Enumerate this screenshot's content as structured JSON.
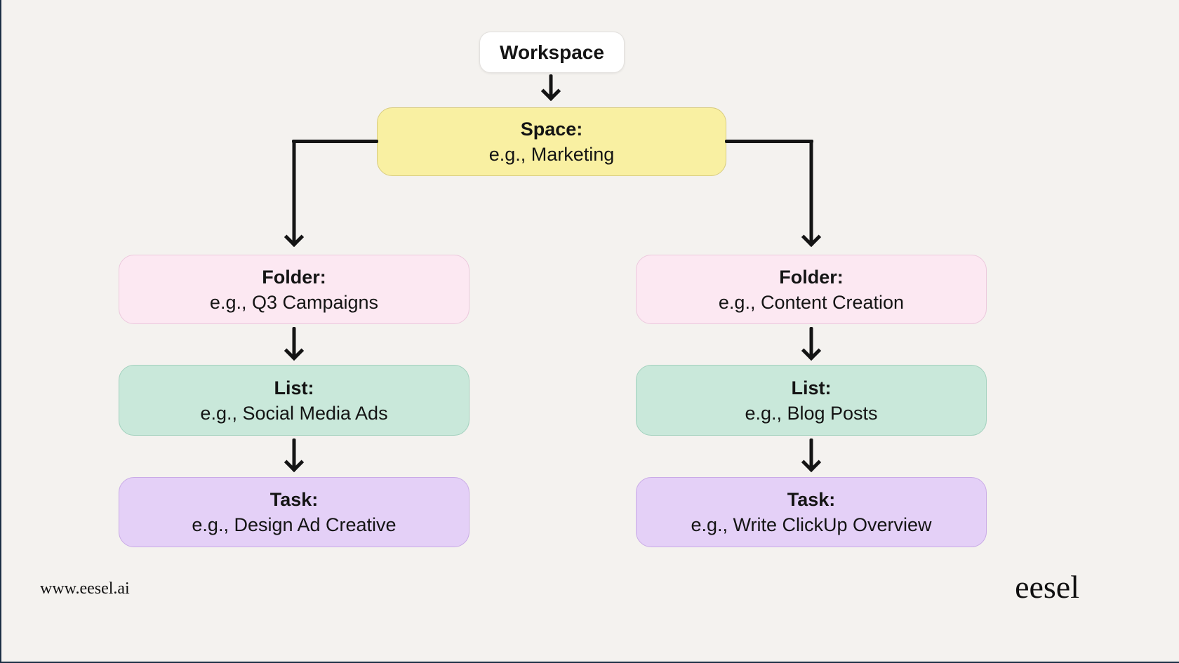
{
  "page": {
    "background": "#f4f2ef",
    "edge_color": "#1c2f45"
  },
  "diagram": {
    "workspace": {
      "label": "Workspace"
    },
    "space": {
      "title": "Space:",
      "example": "e.g., Marketing"
    },
    "left": {
      "folder": {
        "title": "Folder:",
        "example": "e.g., Q3 Campaigns"
      },
      "list": {
        "title": "List:",
        "example": "e.g., Social Media Ads"
      },
      "task": {
        "title": "Task:",
        "example": "e.g., Design Ad Creative"
      }
    },
    "right": {
      "folder": {
        "title": "Folder:",
        "example": "e.g., Content Creation"
      },
      "list": {
        "title": "List:",
        "example": "e.g., Blog Posts"
      },
      "task": {
        "title": "Task:",
        "example": "e.g., Write ClickUp Overview"
      }
    },
    "colors": {
      "workspace_bg": "#ffffff",
      "space_bg": "#f9f0a2",
      "folder_bg": "#fce8f2",
      "list_bg": "#c9e8da",
      "task_bg": "#e4d0f7",
      "arrow": "#141414"
    }
  },
  "footer": {
    "website": "www.eesel.ai",
    "logo": "eesel"
  }
}
